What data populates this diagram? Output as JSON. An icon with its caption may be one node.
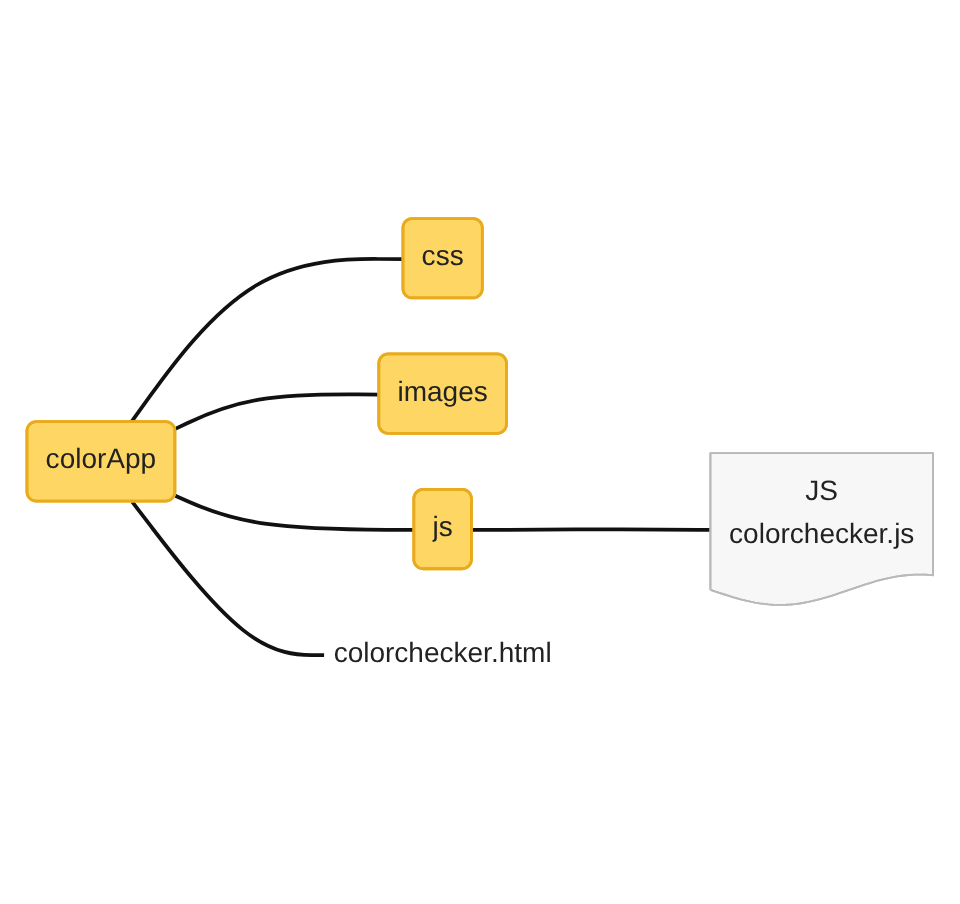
{
  "diagram": {
    "nodes": [
      {
        "text": [
          "colorApp"
        ]
      },
      {
        "text": [
          "css"
        ]
      },
      {
        "text": [
          "images"
        ]
      },
      {
        "text": [
          "js"
        ]
      },
      {
        "text": [
          "JS",
          "colorchecker.js"
        ]
      },
      {
        "text": [
          "colorchecker.html"
        ]
      }
    ],
    "edges": [
      {
        "from": 0,
        "to": 1,
        "arrow": "none"
      },
      {
        "from": 0,
        "to": 2,
        "arrow": "none"
      },
      {
        "from": 0,
        "to": 3,
        "arrow": "none"
      },
      {
        "from": 3,
        "to": 4,
        "arrow": "none"
      },
      {
        "from": 0,
        "to": 5,
        "arrow": "none"
      }
    ]
  }
}
